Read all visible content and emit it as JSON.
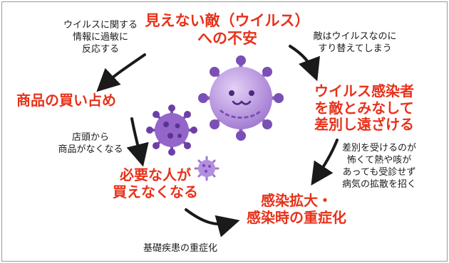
{
  "nodes": {
    "fear": [
      "見えない敵（ウイルス）",
      "への不安"
    ],
    "hoarding": [
      "商品の買い占め"
    ],
    "discrimination": [
      "ウイルス感染者",
      "を敵とみなして",
      "差別し遠ざける"
    ],
    "needy": [
      "必要な人が",
      "買えなくなる"
    ],
    "spread": [
      "感染拡大・",
      "感染時の重症化"
    ]
  },
  "notes": {
    "overreact": [
      "ウイルスに関する",
      "情報に過敏に",
      "反応する"
    ],
    "swap": [
      "敵はウイルスなのに",
      "すり替えてしまう"
    ],
    "shelves": [
      "店頭から",
      "商品がなくなる"
    ],
    "avoid_care": [
      "差別を受けるのが",
      "怖くて熱や咳が",
      "あっても受診せず",
      "病気の拡散を招く"
    ],
    "severe": [
      "基礎疾患の重症化"
    ]
  },
  "colors": {
    "accent_red": "#e8311a",
    "arrow": "#1a1a1a",
    "virus_body": "#c9a7e6",
    "virus_dark": "#7a4fb6",
    "virus_light": "#ddc8f2"
  }
}
